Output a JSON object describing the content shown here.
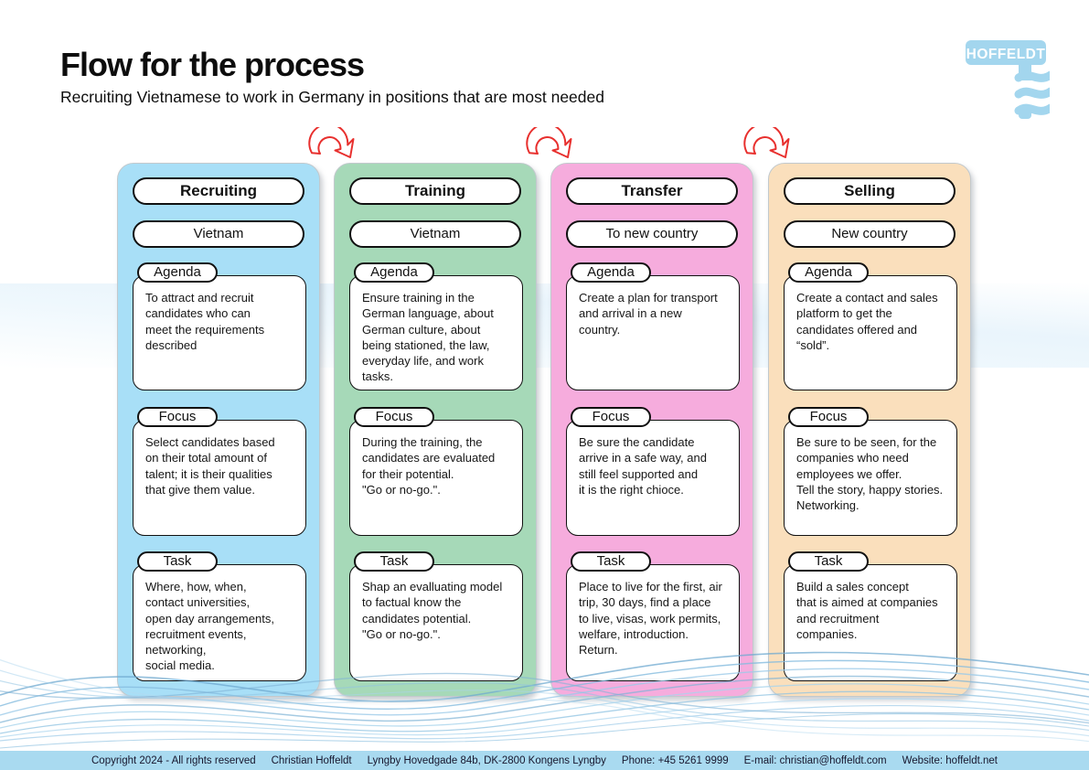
{
  "header": {
    "title": "Flow for the process",
    "subtitle": "Recruiting Vietnamese to work in Germany in positions that are most needed"
  },
  "logo": {
    "text": "HOFFELDT"
  },
  "colors": {
    "arrow": "#E8302E",
    "logo_blue": "#A3D6EE",
    "footer_bg": "#A9DAF0",
    "recruiting": "#A8DFF7",
    "training": "#A6D9B8",
    "transfer": "#F6ACDD",
    "selling": "#FADFBC"
  },
  "columns": [
    {
      "id": "recruiting",
      "color": "#A8DFF7",
      "title": "Recruiting",
      "location": "Vietnam",
      "agenda_label": "Agenda",
      "agenda": "To attract and recruit\ncandidates who can\nmeet the requirements\ndescribed",
      "focus_label": "Focus",
      "focus": "Select candidates based\non their total amount of\ntalent; it is their qualities\nthat give them value.",
      "task_label": "Task",
      "task": "Where, how, when,\ncontact universities,\nopen day arrangements,\nrecruitment events,\nnetworking,\nsocial media."
    },
    {
      "id": "training",
      "color": "#A6D9B8",
      "title": "Training",
      "location": "Vietnam",
      "agenda_label": "Agenda",
      "agenda": "Ensure training in the\nGerman language, about\nGerman culture, about\nbeing stationed, the law,\neveryday life, and work\ntasks.",
      "focus_label": "Focus",
      "focus": "During the training, the\ncandidates are evaluated\nfor their potential.\n\"Go or no-go.\".",
      "task_label": "Task",
      "task": "Shap an evalluating model\nto factual know the\ncandidates potential.\n\"Go or no-go.\"."
    },
    {
      "id": "transfer",
      "color": "#F6ACDD",
      "title": "Transfer",
      "location": "To new country",
      "agenda_label": "Agenda",
      "agenda": "Create a plan for transport\nand arrival in a new\ncountry.",
      "focus_label": "Focus",
      "focus": "Be sure the candidate\narrive in a safe way, and\nstill feel supported and\nit is the right chioce.",
      "task_label": "Task",
      "task": "Place to live for the first, air\ntrip, 30 days, find a place\nto live, visas, work permits,\nwelfare, introduction.\nReturn."
    },
    {
      "id": "selling",
      "color": "#FADFBC",
      "title": "Selling",
      "location": "New country",
      "agenda_label": "Agenda",
      "agenda": "Create a contact and sales\nplatform to get the\ncandidates offered and\n“sold”.",
      "focus_label": "Focus",
      "focus": "Be sure to be seen, for the\ncompanies who need\nemployees we offer.\nTell the story, happy stories.\nNetworking.",
      "task_label": "Task",
      "task": "Build a sales concept\nthat is aimed at companies\nand recruitment\ncompanies."
    }
  ],
  "footer": {
    "copyright": "Copyright 2024 - All rights reserved",
    "name": "Christian Hoffeldt",
    "address": "Lyngby Hovedgade 84b,  DK-2800 Kongens Lyngby",
    "phone": "Phone: +45 5261 9999",
    "email": "E-mail: christian@hoffeldt.com",
    "website": "Website: hoffeldt.net"
  }
}
